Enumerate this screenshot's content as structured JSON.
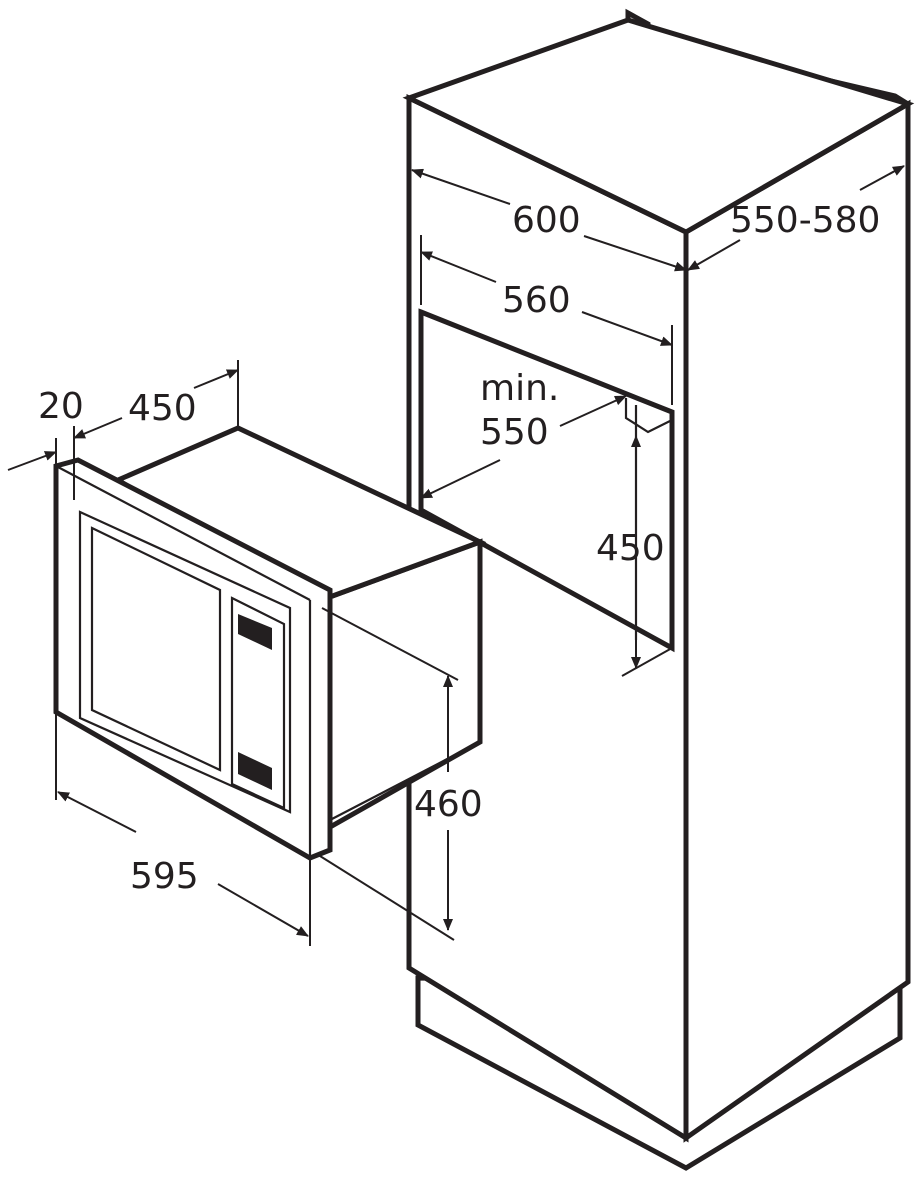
{
  "diagram": {
    "cabinet_dimensions": {
      "width": "600",
      "depth": "550-580",
      "niche_width": "560",
      "niche_depth_prefix": "min.",
      "niche_depth": "550",
      "niche_height": "450"
    },
    "appliance_dimensions": {
      "frame_thickness": "20",
      "body_depth": "450",
      "front_width": "595",
      "front_height": "460"
    }
  }
}
